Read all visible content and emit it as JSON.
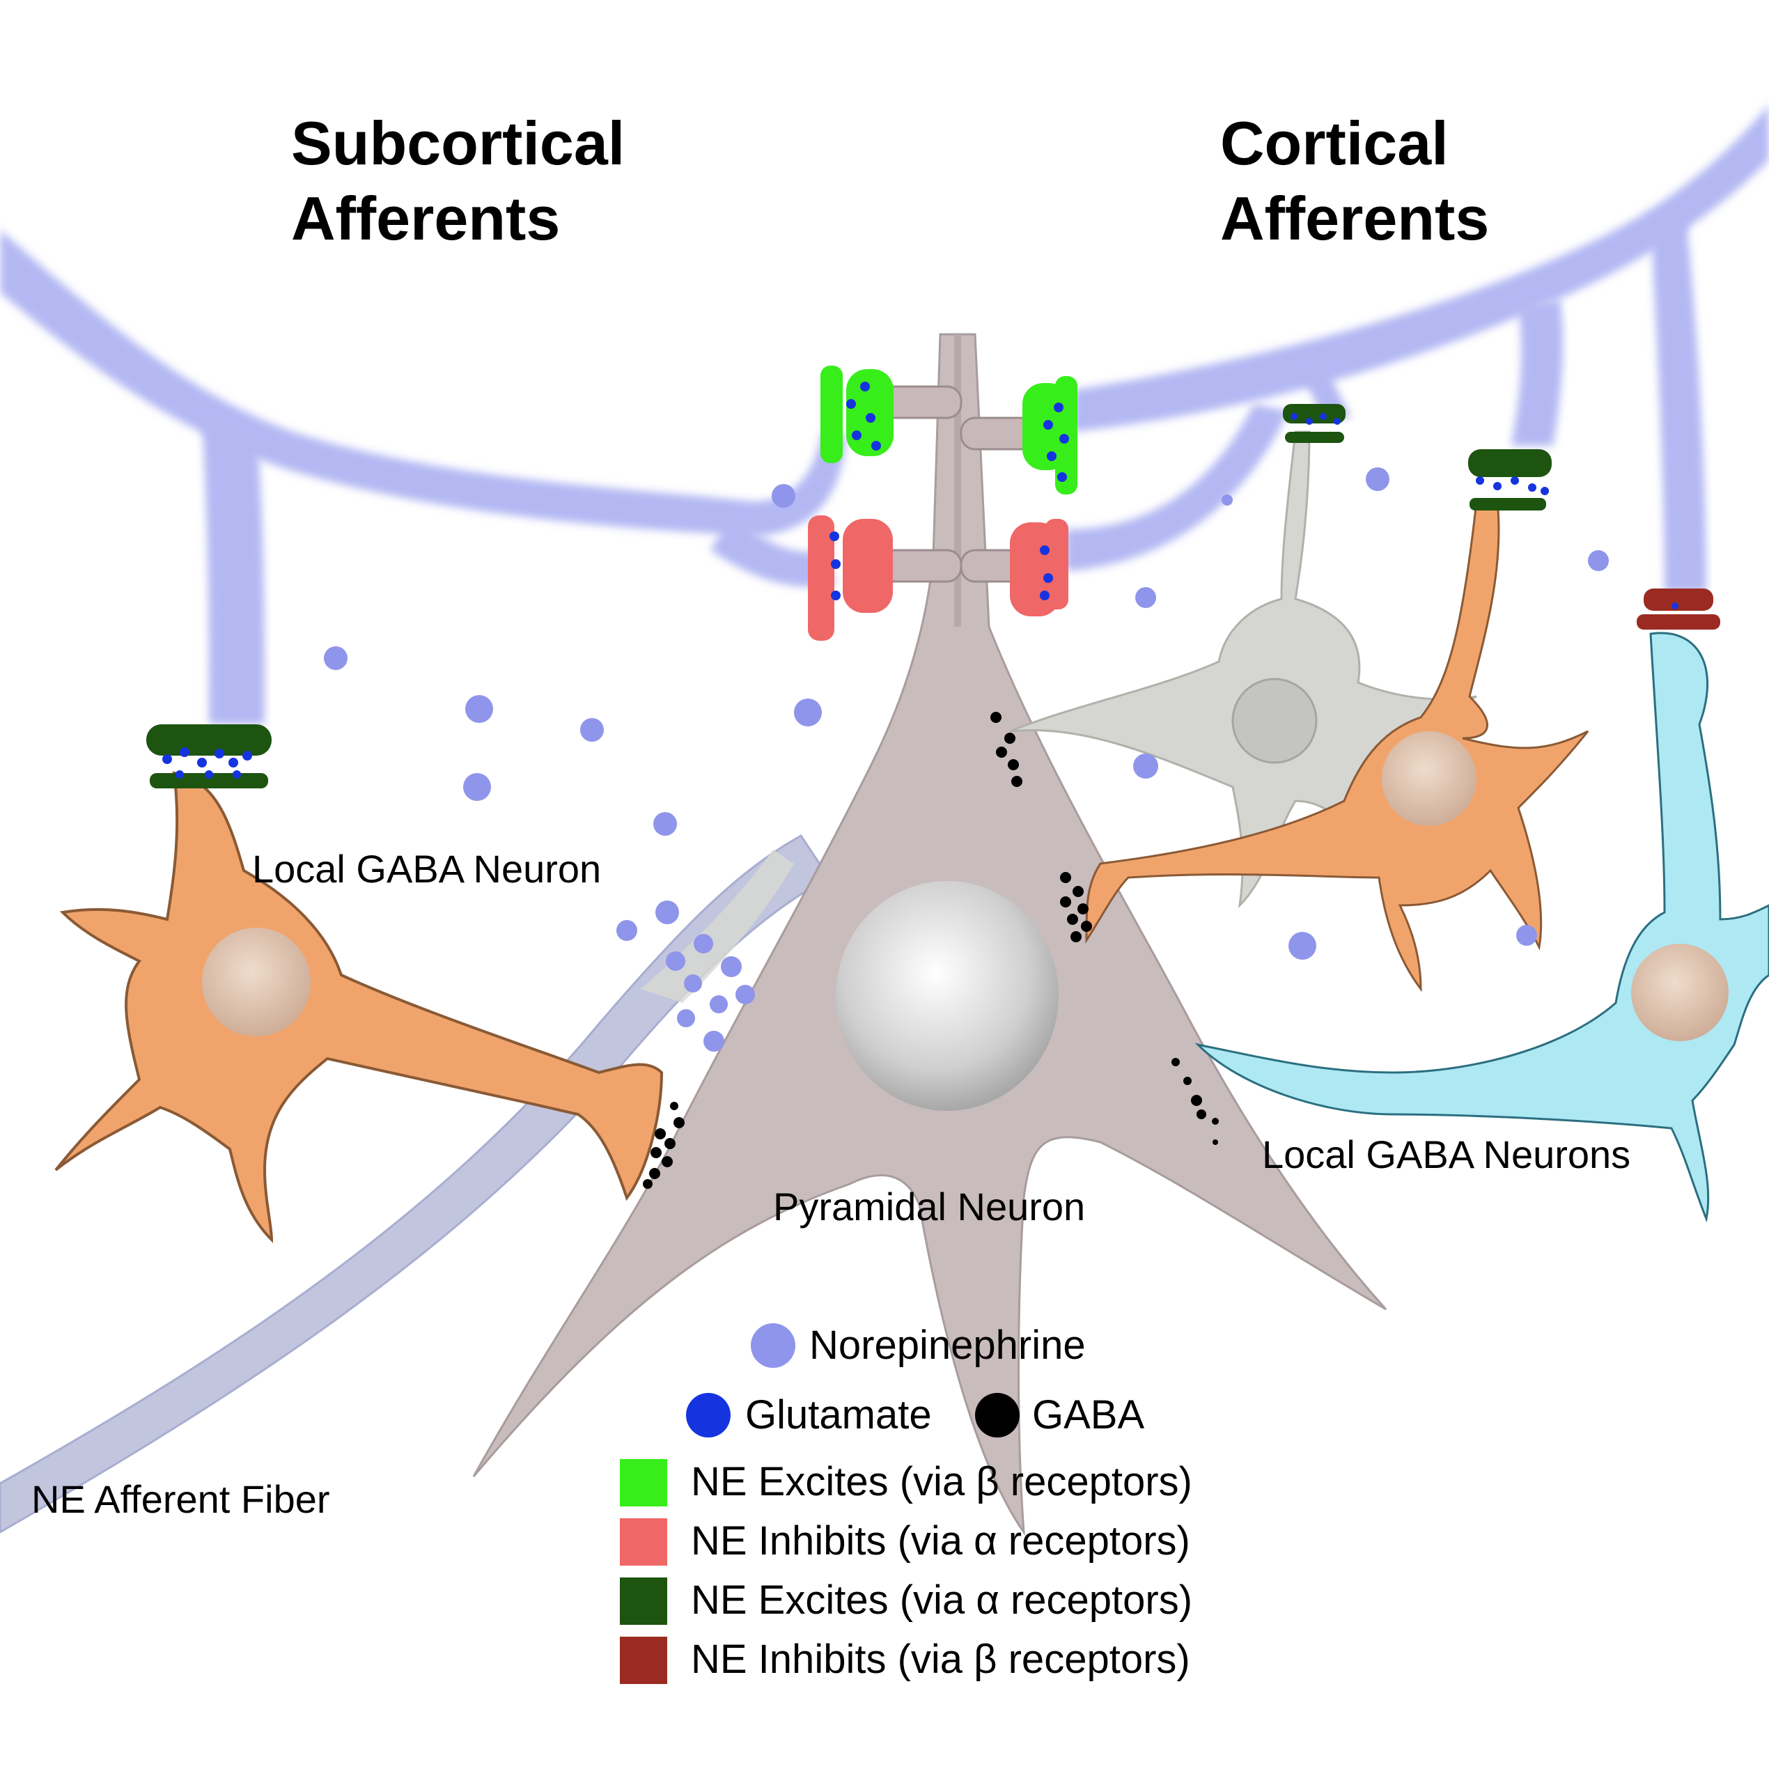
{
  "titles": {
    "subcortical_line1": "Subcortical",
    "subcortical_line2": "Afferents",
    "cortical_line1": "Cortical",
    "cortical_line2": "Afferents"
  },
  "labels": {
    "local_gaba_neuron": "Local GABA Neuron",
    "local_gaba_neurons": "Local GABA Neurons",
    "pyramidal_neuron": "Pyramidal Neuron",
    "ne_afferent_fiber": "NE Afferent Fiber"
  },
  "legend": {
    "norepinephrine": "Norepinephrine",
    "glutamate": "Glutamate",
    "gaba": "GABA",
    "ne_excites_beta": "NE Excites (via β receptors)",
    "ne_inhibits_alpha": "NE Inhibits (via α receptors)",
    "ne_excites_alpha": "NE Excites (via α receptors)",
    "ne_inhibits_beta": "NE Inhibits (via β receptors)"
  },
  "colors": {
    "norepinephrine": "#8f95ea",
    "glutamate": "#1534e0",
    "gaba": "#000000",
    "ne_excites_beta": "#37ee1a",
    "ne_inhibits_alpha": "#f06767",
    "ne_excites_alpha": "#1d5410",
    "ne_inhibits_beta": "#9b2b22",
    "afferent_fiber": "#b3b8f3",
    "pyramidal": "#c5b8b9",
    "gaba_neuron_orange": "#f0a46c",
    "gaba_neuron_cyan": "#aee8f3",
    "gray_neuron": "#d4d6d0"
  }
}
